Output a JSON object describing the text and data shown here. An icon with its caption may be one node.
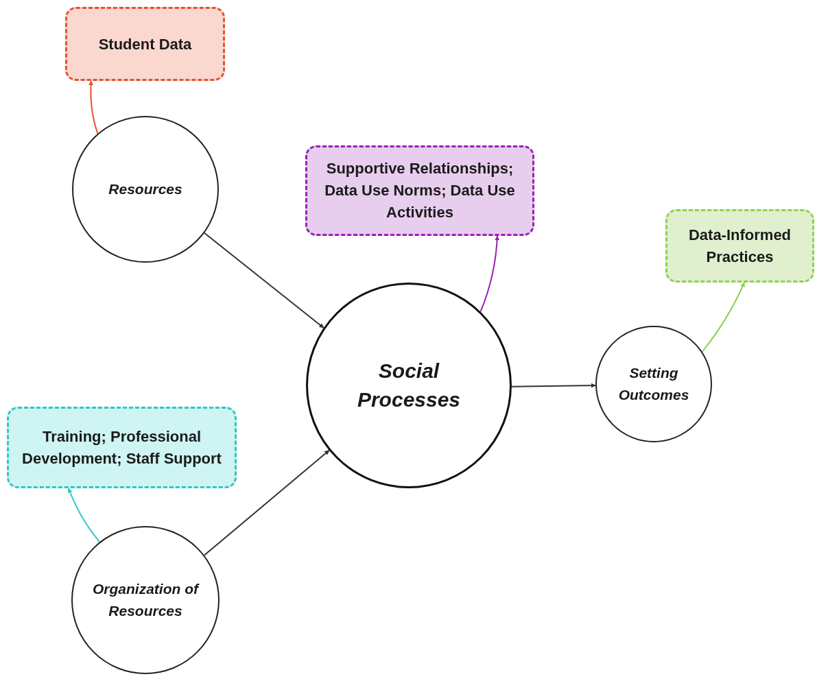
{
  "diagram": {
    "nodes": [
      {
        "text": [
          "Student Data"
        ]
      },
      {
        "text": [
          "Resources"
        ]
      },
      {
        "text": [
          "Supportive Relationships; Data Use Norms; Data Use Activities"
        ]
      },
      {
        "text": [
          "Data-Informed Practices"
        ]
      },
      {
        "text": [
          "Social Processes"
        ]
      },
      {
        "text": [
          "Setting Outcomes"
        ]
      },
      {
        "text": [
          "Training; Professional Development; Staff Support"
        ]
      },
      {
        "text": [
          "Organization of Resources"
        ]
      }
    ],
    "edges": [
      {
        "from": 1,
        "to": 0,
        "arrow": "to",
        "color": "#e8512f"
      },
      {
        "from": 1,
        "to": 4,
        "arrow": "to",
        "color": "#333333"
      },
      {
        "from": 4,
        "to": 2,
        "arrow": "to",
        "color": "#9b1fb5"
      },
      {
        "from": 4,
        "to": 5,
        "arrow": "to",
        "color": "#333333"
      },
      {
        "from": 5,
        "to": 3,
        "arrow": "to",
        "color": "#8fd14f"
      },
      {
        "from": 7,
        "to": 6,
        "arrow": "to",
        "color": "#2dc7c7"
      },
      {
        "from": 7,
        "to": 4,
        "arrow": "to",
        "color": "#333333"
      }
    ]
  }
}
